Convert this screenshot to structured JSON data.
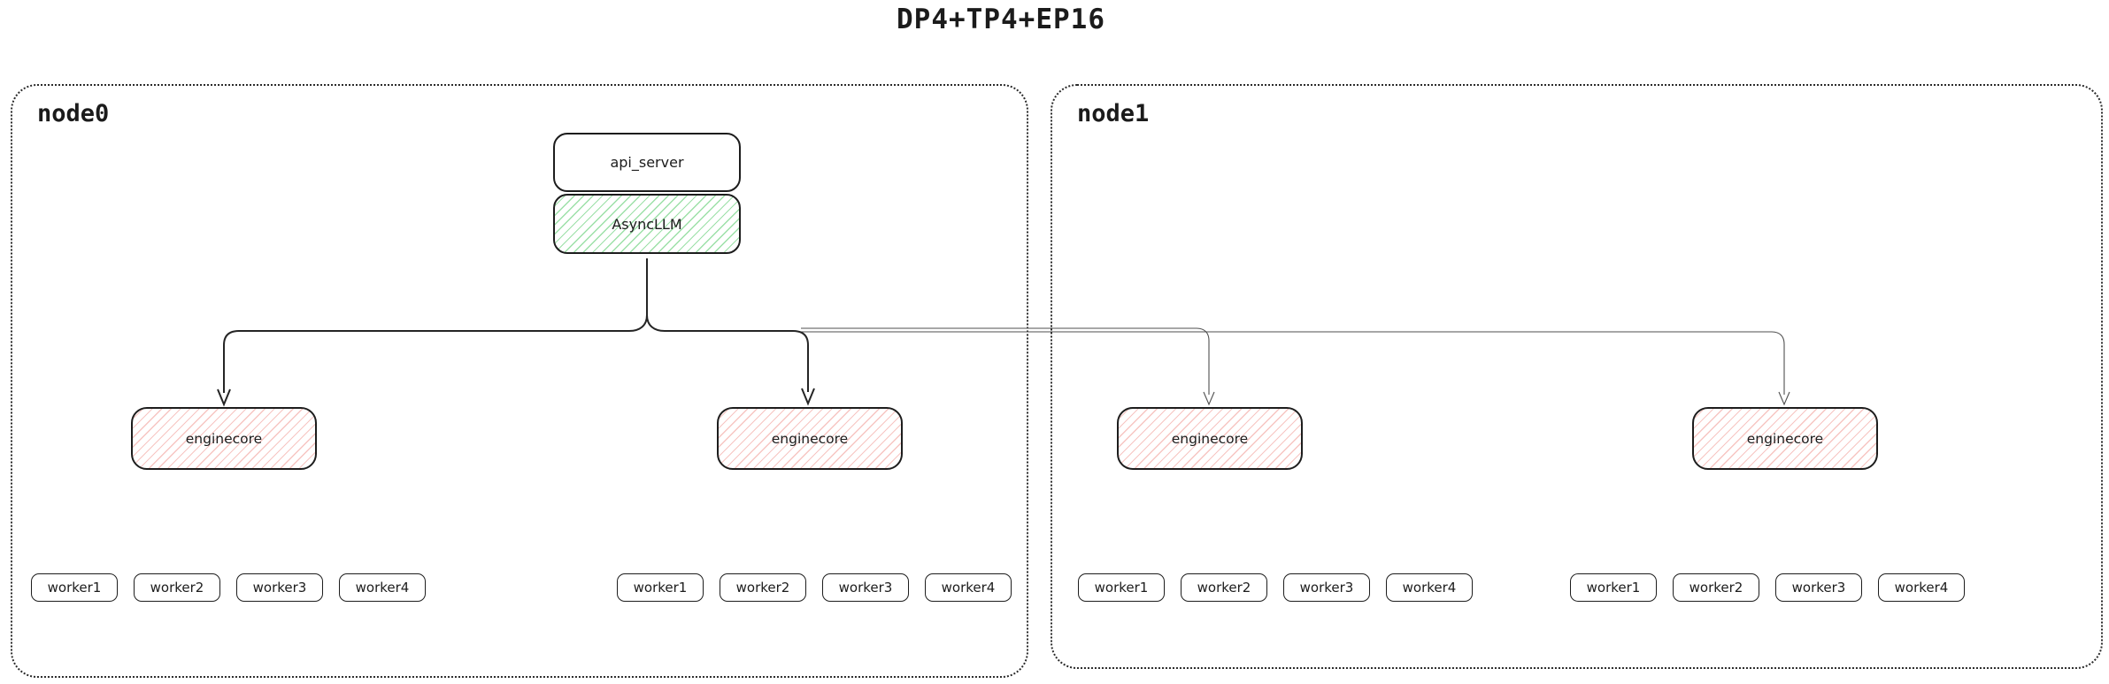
{
  "title": "DP4+TP4+EP16",
  "colors": {
    "border": "#1d1d1d",
    "dotted_container": "#2b2b2b",
    "green_hatch": "#7bd68a",
    "red_hatch": "#f0968f",
    "thick_connector": "#252525",
    "thin_connector": "#4f4f4f"
  },
  "node0": {
    "label": "node0",
    "api_server": "api_server",
    "async_llm": "AsyncLLM",
    "enginecores": [
      "enginecore",
      "enginecore"
    ],
    "worker_groups": [
      [
        "worker1",
        "worker2",
        "worker3",
        "worker4"
      ],
      [
        "worker1",
        "worker2",
        "worker3",
        "worker4"
      ]
    ]
  },
  "node1": {
    "label": "node1",
    "enginecores": [
      "enginecore",
      "enginecore"
    ],
    "worker_groups": [
      [
        "worker1",
        "worker2",
        "worker3",
        "worker4"
      ],
      [
        "worker1",
        "worker2",
        "worker3",
        "worker4"
      ]
    ]
  }
}
